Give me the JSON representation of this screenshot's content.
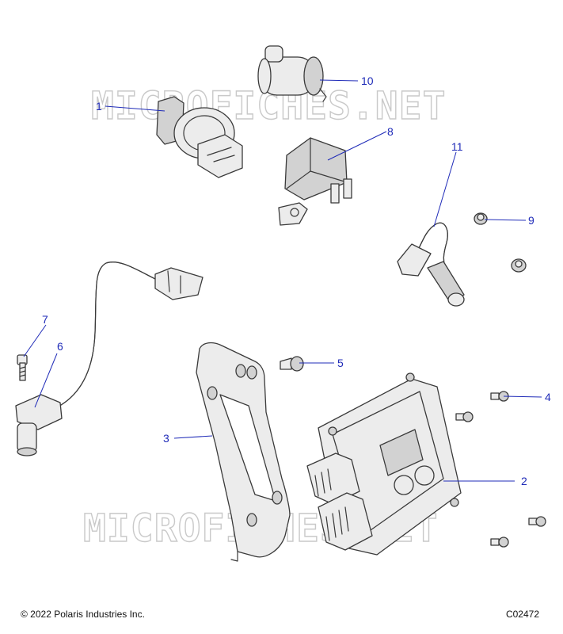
{
  "watermark": "MICROFICHES.NET",
  "callouts": [
    {
      "id": "1",
      "label": "1"
    },
    {
      "id": "2",
      "label": "2"
    },
    {
      "id": "3",
      "label": "3"
    },
    {
      "id": "4",
      "label": "4"
    },
    {
      "id": "5",
      "label": "5"
    },
    {
      "id": "6",
      "label": "6"
    },
    {
      "id": "7",
      "label": "7"
    },
    {
      "id": "8",
      "label": "8"
    },
    {
      "id": "9",
      "label": "9"
    },
    {
      "id": "10",
      "label": "10"
    },
    {
      "id": "11",
      "label": "11"
    }
  ],
  "footer": {
    "copyright": "© 2022 Polaris Industries Inc.",
    "code": "C02472"
  },
  "colors": {
    "callout": "#1f2bb8",
    "outline": "#3a3a3a",
    "watermark": "#c9c9c9"
  }
}
